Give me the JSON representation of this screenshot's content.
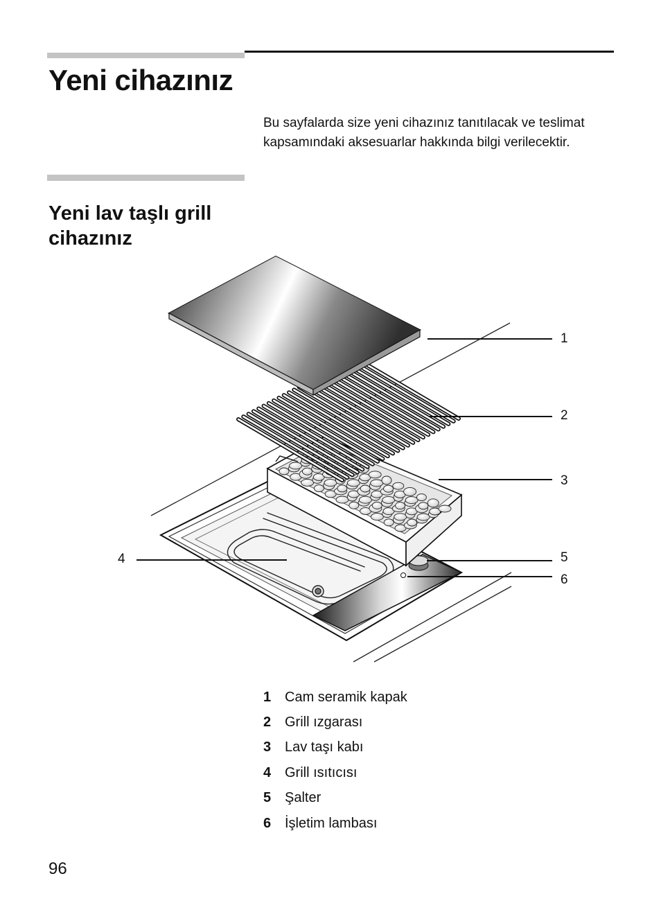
{
  "header": {
    "title": "Yeni cihazınız",
    "intro": "Bu sayfalarda size yeni cihazınız tanıtılacak ve teslimat kapsamındaki aksesuarlar hakkında bilgi verilecektir."
  },
  "section": {
    "title": "Yeni lav taşlı grill cihazınız"
  },
  "diagram": {
    "callouts": [
      "1",
      "2",
      "3",
      "4",
      "5",
      "6"
    ]
  },
  "legend": [
    {
      "num": "1",
      "label": "Cam seramik kapak"
    },
    {
      "num": "2",
      "label": "Grill ızgarası"
    },
    {
      "num": "3",
      "label": "Lav taşı kabı"
    },
    {
      "num": "4",
      "label": "Grill ısıtıcısı"
    },
    {
      "num": "5",
      "label": "Şalter"
    },
    {
      "num": "6",
      "label": "İşletim lambası"
    }
  ],
  "footer": {
    "page_number": "96"
  }
}
